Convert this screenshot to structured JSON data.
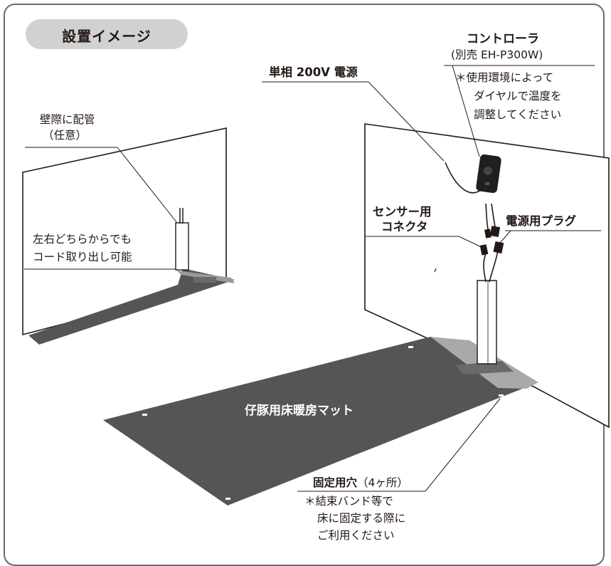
{
  "title": "設置イメージ",
  "labels": {
    "wall_piping": [
      "壁際に配管",
      "（任意）"
    ],
    "cord_exit": [
      "左右どちらからでも",
      "コード取り出し可能"
    ],
    "power": "単相 200V 電源",
    "controller": "コントローラ",
    "controller_model": "(別売 EH-P300W)",
    "controller_note": [
      "＊使用環境によって",
      "ダイヤルで温度を",
      "調整してください"
    ],
    "sensor_connector": [
      "センサー用",
      "コネクタ"
    ],
    "power_plug": "電源用プラグ",
    "mat": "仔豚用床暖房マット",
    "fixing_holes_bold": "固定用穴",
    "fixing_holes_rest": "（4ヶ所）",
    "fixing_note": [
      "＊結束バンド等で",
      "床に固定する際に",
      "ご利用ください"
    ]
  },
  "colors": {
    "mat": "#555555",
    "frame": "#6b6b6b",
    "pill": "#d1d1d1",
    "text": "#231815"
  }
}
